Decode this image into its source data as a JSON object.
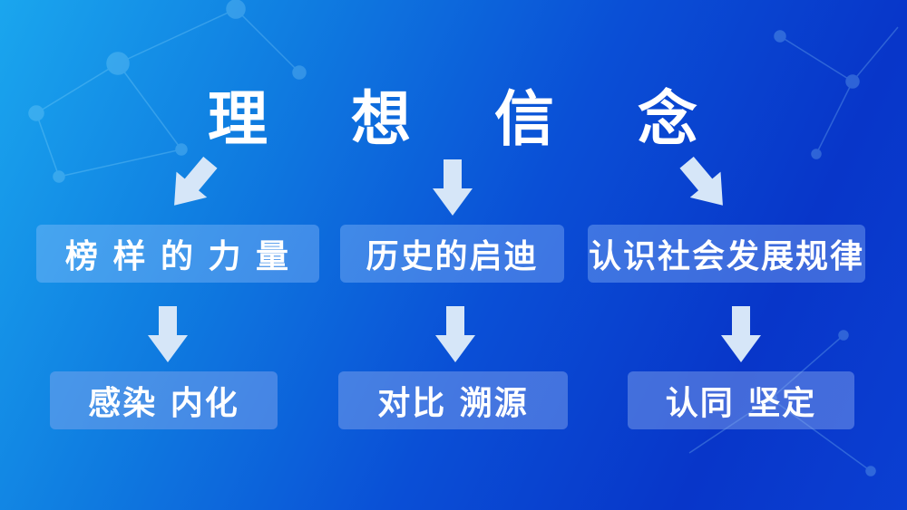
{
  "title_chars": [
    "理",
    "想",
    "信",
    "念"
  ],
  "level1": [
    "榜 样 的 力 量",
    "历史的启迪",
    "认识社会发展规律"
  ],
  "level2": [
    "感染 内化",
    "对比 溯源",
    "认同 坚定"
  ],
  "colors": {
    "arrow": "#d6e6f8",
    "text": "#ffffff"
  }
}
